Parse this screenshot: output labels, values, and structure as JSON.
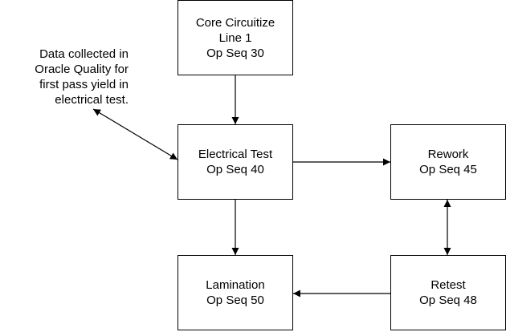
{
  "boxes": {
    "core": {
      "lines": [
        "Core Circuitize",
        "Line 1",
        "Op Seq 30"
      ]
    },
    "etest": {
      "lines": [
        "Electrical Test",
        "Op Seq 40"
      ]
    },
    "rework": {
      "lines": [
        "Rework",
        "Op Seq 45"
      ]
    },
    "lam": {
      "lines": [
        "Lamination",
        "Op Seq 50"
      ]
    },
    "retest": {
      "lines": [
        "Retest",
        "Op Seq 48"
      ]
    }
  },
  "annotation": {
    "lines": [
      "Data collected in",
      "Oracle Quality for",
      "first pass yield in",
      "electrical test."
    ]
  },
  "colors": {
    "line": "#000000",
    "box_border": "#000000",
    "text": "#000000"
  }
}
